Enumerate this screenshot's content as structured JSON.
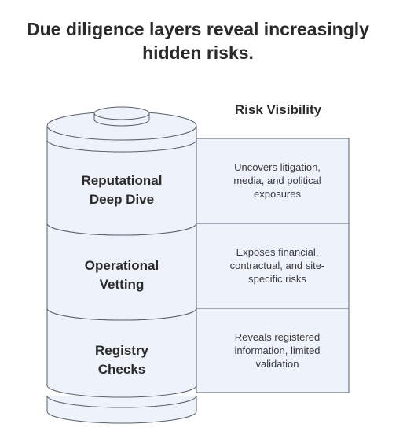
{
  "title": {
    "line1": "Due diligence layers reveal increasingly",
    "line2": "hidden risks."
  },
  "column_header": "Risk Visibility",
  "colors": {
    "fill": "#eef2fb",
    "stroke": "#5a5f6a",
    "text": "#2b2b2b"
  },
  "layers": [
    {
      "label_line1": "Reputational",
      "label_line2": "Deep Dive",
      "desc_line1": "Uncovers litigation,",
      "desc_line2": "media, and political",
      "desc_line3": "exposures"
    },
    {
      "label_line1": "Operational",
      "label_line2": "Vetting",
      "desc_line1": "Exposes financial,",
      "desc_line2": "contractual, and site-",
      "desc_line3": "specific risks"
    },
    {
      "label_line1": "Registry",
      "label_line2": "Checks",
      "desc_line1": "Reveals registered",
      "desc_line2": "information, limited",
      "desc_line3": "validation"
    }
  ]
}
